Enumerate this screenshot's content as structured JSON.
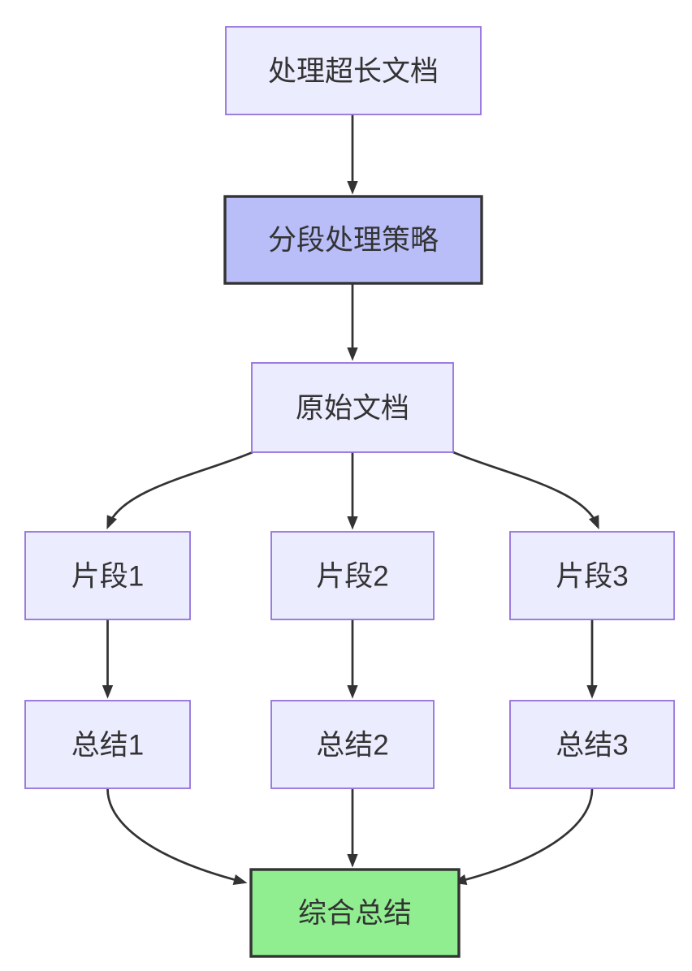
{
  "diagram": {
    "type": "flowchart",
    "direction": "top-down",
    "nodes": [
      {
        "id": "A",
        "label": "处理超长文档",
        "shape": "rect",
        "emphasis": "default"
      },
      {
        "id": "B",
        "label": "分段处理策略",
        "shape": "rect",
        "emphasis": "purple-highlight"
      },
      {
        "id": "C",
        "label": "原始文档",
        "shape": "rect",
        "emphasis": "default"
      },
      {
        "id": "D1",
        "label": "片段1",
        "shape": "rect",
        "emphasis": "default"
      },
      {
        "id": "D2",
        "label": "片段2",
        "shape": "rect",
        "emphasis": "default"
      },
      {
        "id": "D3",
        "label": "片段3",
        "shape": "rect",
        "emphasis": "default"
      },
      {
        "id": "E1",
        "label": "总结1",
        "shape": "rect",
        "emphasis": "default"
      },
      {
        "id": "E2",
        "label": "总结2",
        "shape": "rect",
        "emphasis": "default"
      },
      {
        "id": "E3",
        "label": "总结3",
        "shape": "rect",
        "emphasis": "default"
      },
      {
        "id": "F",
        "label": "综合总结",
        "shape": "rect",
        "emphasis": "green-highlight"
      }
    ],
    "edges": [
      {
        "from": "A",
        "to": "B"
      },
      {
        "from": "B",
        "to": "C"
      },
      {
        "from": "C",
        "to": "D1"
      },
      {
        "from": "C",
        "to": "D2"
      },
      {
        "from": "C",
        "to": "D3"
      },
      {
        "from": "D1",
        "to": "E1"
      },
      {
        "from": "D2",
        "to": "E2"
      },
      {
        "from": "D3",
        "to": "E3"
      },
      {
        "from": "E1",
        "to": "F"
      },
      {
        "from": "E2",
        "to": "F"
      },
      {
        "from": "E3",
        "to": "F"
      }
    ],
    "colors": {
      "background": "#FFFFFF",
      "node_fill": "#ECECFF",
      "node_border": "#9370DB",
      "highlight_fill": "#B9BDF8",
      "highlight_border": "#333333",
      "result_fill": "#90EE90",
      "result_border": "#333333",
      "edge": "#333333",
      "text": "#333333"
    }
  }
}
